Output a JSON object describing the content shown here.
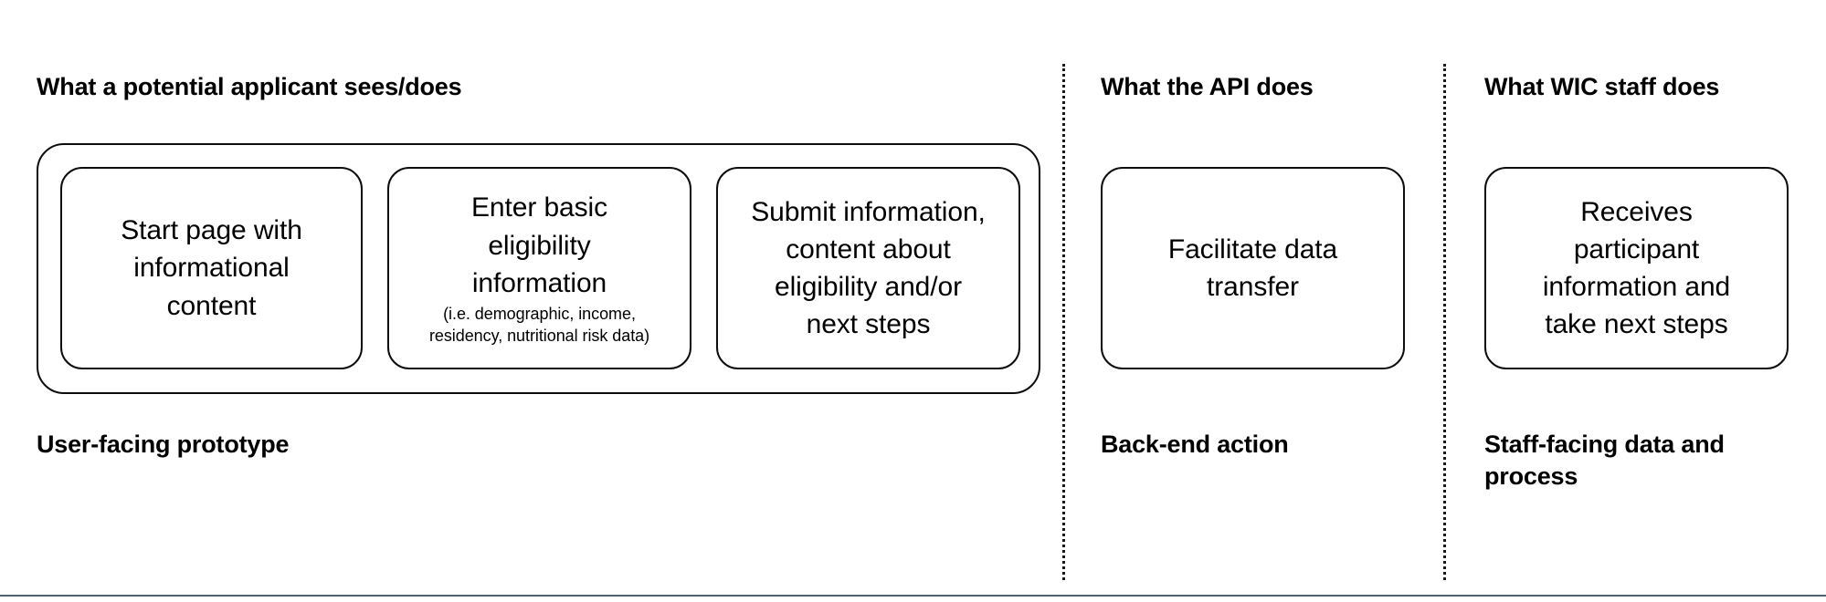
{
  "diagram": {
    "columns": [
      {
        "header": "What a potential applicant sees/does",
        "footer": "User-facing prototype",
        "steps": [
          {
            "main": "Start page with\ninformational\ncontent",
            "sub": ""
          },
          {
            "main": "Enter basic\neligibility\ninformation",
            "sub": "(i.e. demographic, income,\nresidency, nutritional risk data)"
          },
          {
            "main": "Submit information,\ncontent about\neligibility and/or\nnext steps",
            "sub": ""
          }
        ]
      },
      {
        "header": "What the API does",
        "footer": "Back-end action",
        "steps": [
          {
            "main": "Facilitate data\ntransfer",
            "sub": ""
          }
        ]
      },
      {
        "header": "What WIC staff does",
        "footer": "Staff-facing data and\nprocess",
        "steps": [
          {
            "main": "Receives\nparticipant\ninformation and\ntake next steps",
            "sub": ""
          }
        ]
      }
    ],
    "colors": {
      "background": "#ffffff",
      "stroke": "#0d0d0d",
      "text": "#000000",
      "divider": "#1a1a1a",
      "bottom_rule": "#536270"
    }
  }
}
